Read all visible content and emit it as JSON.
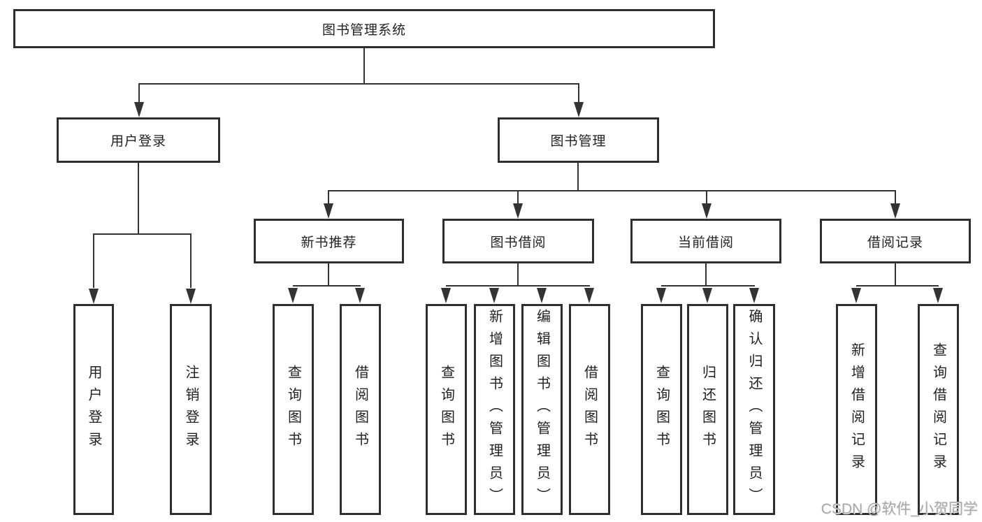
{
  "diagram_type": "hierarchy-tree",
  "colors": {
    "line": "#333333",
    "box_border": "#2f2f2f",
    "text": "#222222",
    "background": "#ffffff",
    "watermark_text_color": "#a8a8a8"
  },
  "tree": {
    "root": {
      "label": "图书管理系统",
      "children": [
        {
          "label": "用户登录",
          "children": [
            {
              "label": "用户登录"
            },
            {
              "label": "注销登录"
            }
          ]
        },
        {
          "label": "图书管理",
          "children": [
            {
              "label": "新书推荐",
              "children": [
                {
                  "label": "查询图书"
                },
                {
                  "label": "借阅图书"
                }
              ]
            },
            {
              "label": "图书借阅",
              "children": [
                {
                  "label": "查询图书"
                },
                {
                  "label": "新增图书（管理员）"
                },
                {
                  "label": "编辑图书（管理员）"
                },
                {
                  "label": "借阅图书"
                }
              ]
            },
            {
              "label": "当前借阅",
              "children": [
                {
                  "label": "查询图书"
                },
                {
                  "label": "归还图书"
                },
                {
                  "label": "确认归还（管理员）"
                }
              ]
            },
            {
              "label": "借阅记录",
              "children": [
                {
                  "label": "新增借阅记录"
                },
                {
                  "label": "查询借阅记录"
                }
              ]
            }
          ]
        }
      ]
    }
  },
  "watermark": {
    "text": "CSDN @软件_小贺同学"
  }
}
